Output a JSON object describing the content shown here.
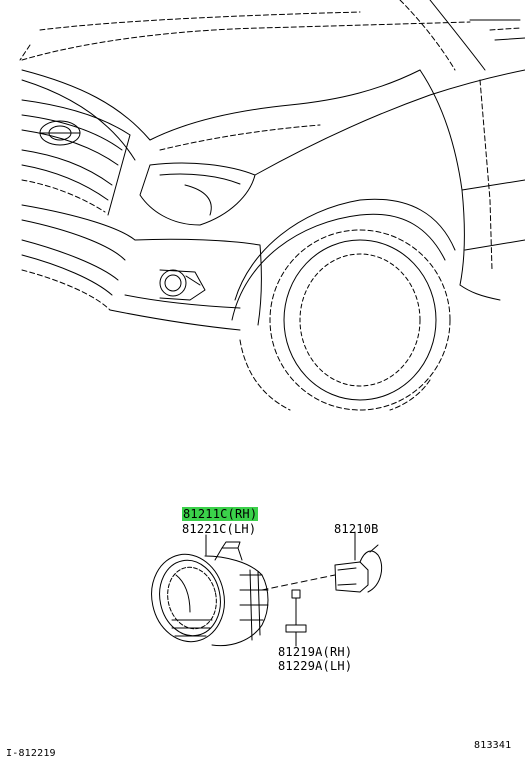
{
  "diagram": {
    "highlight_color": "#3bd14a",
    "parts": [
      {
        "id": "81211C",
        "label": "81211C(RH)",
        "highlighted": true
      },
      {
        "id": "81221C",
        "label": "81221C(LH)",
        "highlighted": false
      },
      {
        "id": "81210B",
        "label": "81210B",
        "highlighted": false
      },
      {
        "id": "81219A",
        "label": "81219A(RH)",
        "highlighted": false
      },
      {
        "id": "81229A",
        "label": "81229A(LH)",
        "highlighted": false
      }
    ],
    "footer": {
      "left_code": "I-812219",
      "right_code": "813341"
    }
  }
}
